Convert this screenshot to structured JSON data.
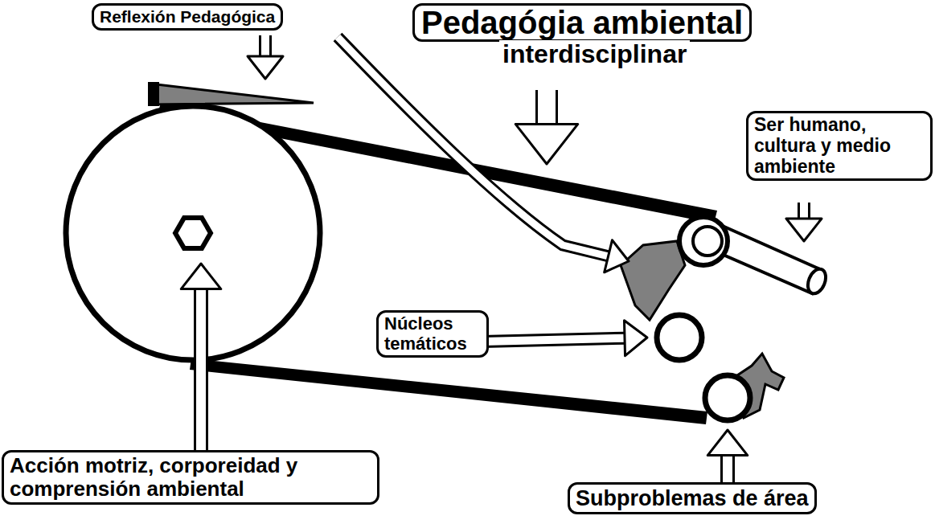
{
  "diagram": {
    "nodes": [
      {
        "text": [
          "Reflexión Pedagógica"
        ]
      },
      {
        "text": [
          "Pedagógia ambiental",
          "interdisciplinar"
        ]
      },
      {
        "text": [
          "Ser humano, cultura y medio ambiente"
        ]
      },
      {
        "text": [
          "Núcleos temáticos"
        ]
      },
      {
        "text": [
          "Acción motriz, corporeidad y comprensión ambiental"
        ]
      },
      {
        "text": [
          "Subproblemas de área"
        ]
      }
    ]
  }
}
